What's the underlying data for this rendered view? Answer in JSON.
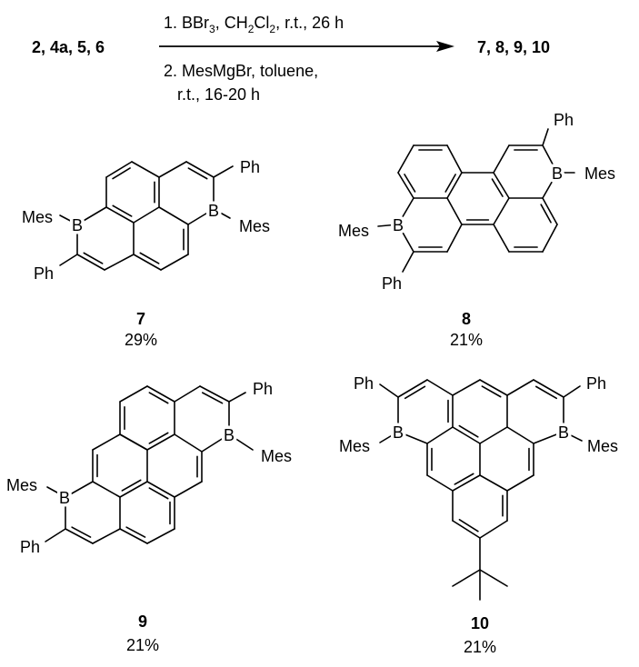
{
  "scheme": {
    "reactants": "2, 4a, 5, 6",
    "products": "7, 8, 9, 10",
    "step1": {
      "a": "1. BBr",
      "a_sub": "3",
      "b": ", CH",
      "b_sub": "2",
      "c": "Cl",
      "c_sub": "2",
      "d": ", r.t., 26 h"
    },
    "step2": {
      "line1": "2. MesMgBr, toluene,",
      "line2": "r.t., 16-20 h"
    }
  },
  "compounds": [
    {
      "id": "7",
      "yield": "29%",
      "labels": {
        "mes1": "Mes",
        "b1": "B",
        "ph1": "Ph",
        "mes2": "Mes",
        "b2": "B",
        "ph2": "Ph"
      }
    },
    {
      "id": "8",
      "yield": "21%",
      "labels": {
        "mes1": "Mes",
        "b1": "B",
        "ph1": "Ph",
        "mes2": "Mes",
        "b2": "B",
        "ph2": "Ph"
      }
    },
    {
      "id": "9",
      "yield": "21%",
      "labels": {
        "mes1": "Mes",
        "b1": "B",
        "ph1": "Ph",
        "mes2": "Mes",
        "b2": "B",
        "ph2": "Ph"
      }
    },
    {
      "id": "10",
      "yield": "21%",
      "labels": {
        "mes1": "Mes",
        "b1": "B",
        "ph1": "Ph",
        "mes2": "Mes",
        "b2": "B",
        "ph2": "Ph"
      }
    }
  ]
}
